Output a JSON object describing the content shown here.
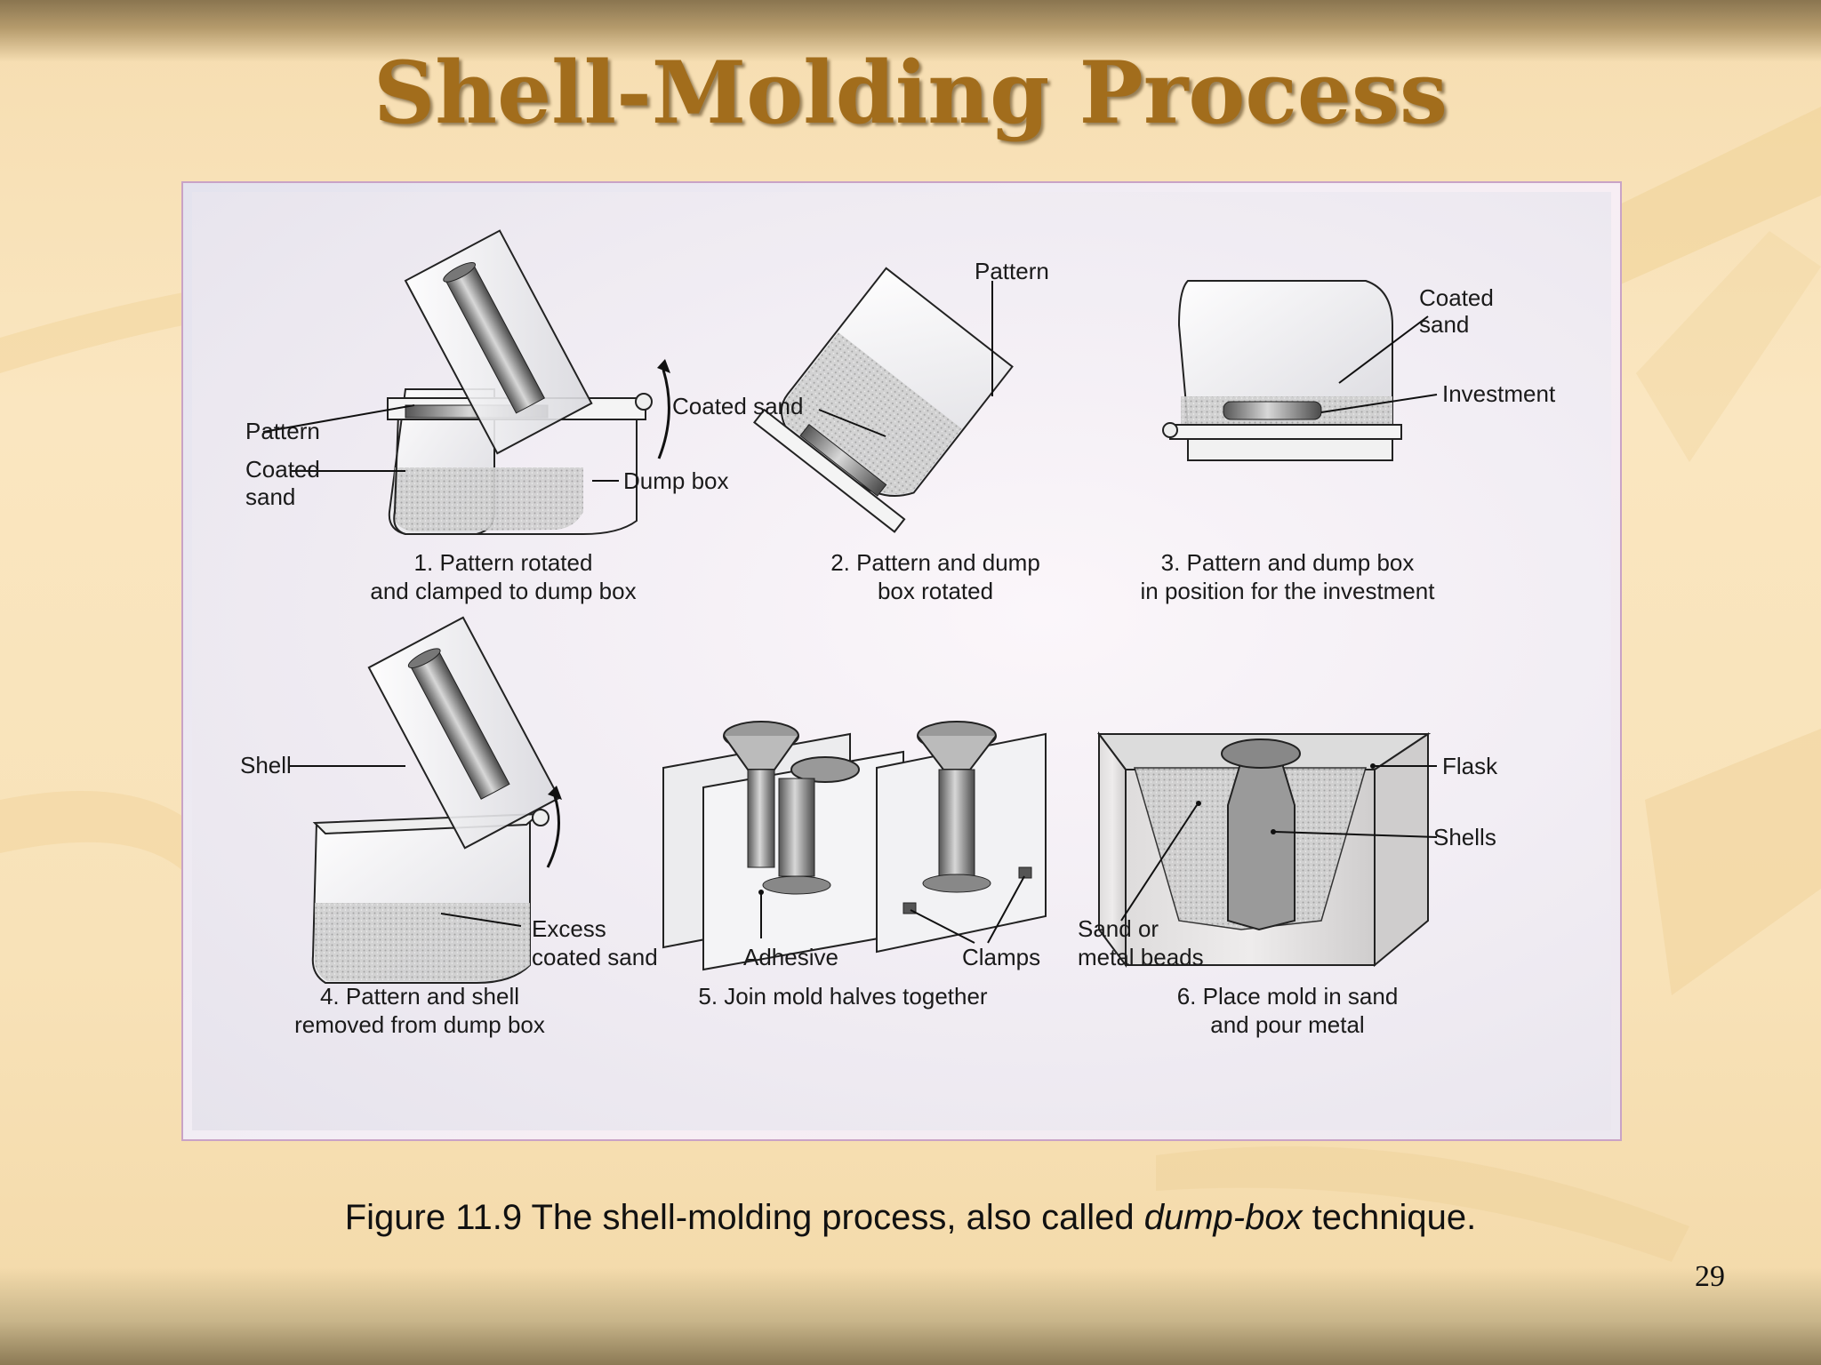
{
  "slide": {
    "title": "Shell-Molding Process",
    "page_number": "29"
  },
  "caption": {
    "prefix": "Figure 11.9  The shell-molding process, also called ",
    "italic": "dump-box",
    "suffix": " technique."
  },
  "diagram": {
    "steps": [
      {
        "caption_lines": [
          "1. Pattern rotated",
          "and clamped to dump box"
        ],
        "labels": [
          "Pattern",
          "Coated",
          "sand",
          "Dump box"
        ]
      },
      {
        "caption_lines": [
          "2. Pattern and dump",
          "box rotated"
        ],
        "labels": [
          "Pattern",
          "Coated sand"
        ]
      },
      {
        "caption_lines": [
          "3. Pattern and dump box",
          "in position for the investment"
        ],
        "labels": [
          "Coated",
          "sand",
          "Investment"
        ]
      },
      {
        "caption_lines": [
          "4. Pattern and shell",
          "removed from dump box"
        ],
        "labels": [
          "Shell",
          "Excess",
          "coated sand"
        ]
      },
      {
        "caption_lines": [
          "5. Join mold halves together"
        ],
        "labels": [
          "Adhesive",
          "Clamps"
        ]
      },
      {
        "caption_lines": [
          "6. Place mold in sand",
          "and pour metal"
        ],
        "labels": [
          "Flask",
          "Shells",
          "Sand or",
          "metal beads"
        ]
      }
    ]
  }
}
